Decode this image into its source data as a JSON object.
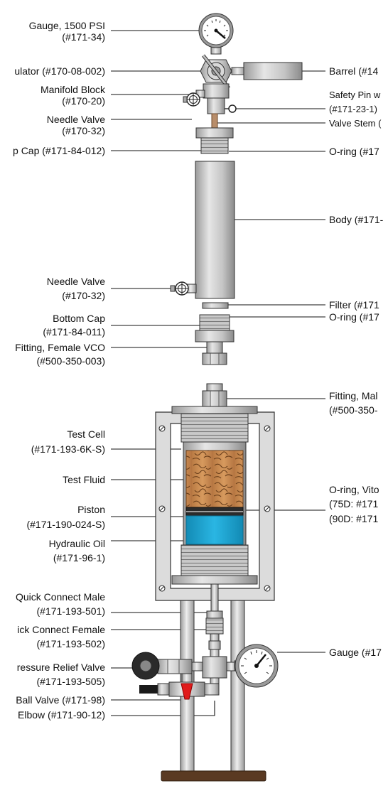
{
  "labels_left": [
    "Gauge, 1500 PSI",
    "(#171-34)",
    "ulator (#170-08-002)",
    "Manifold Block",
    "(#170-20)",
    "Needle Valve",
    "(#170-32)",
    "p Cap (#171-84-012)",
    "Needle Valve",
    "(#170-32)",
    "Bottom Cap",
    "(#171-84-011)",
    "Fitting, Female VCO",
    "(#500-350-003)",
    "Test Cell",
    "(#171-193-6K-S)",
    "Test Fluid",
    "Piston",
    "(#171-190-024-S)",
    "Hydraulic Oil",
    "(#171-96-1)",
    "Quick Connect Male",
    "(#171-193-501)",
    "ick Connect Female",
    "(#171-193-502)",
    "ressure Relief Valve",
    "(#171-193-505)",
    "Ball Valve (#171-98)",
    "Elbow (#171-90-12)"
  ],
  "labels_right": [
    "Barrel (#14",
    "Safety Pin w",
    "(#171-23-1)",
    "Valve Stem (",
    "O-ring (#17",
    "Body (#171-",
    "Filter (#171",
    "O-ring (#17",
    "Fitting, Mal",
    "(#500-350-",
    "O-ring, Vito",
    "(75D: #171",
    "(90D: #171",
    "Gauge (#17"
  ],
  "colors": {
    "metal": "#c8c8c8",
    "metal_dark": "#8e8e8e",
    "test_fluid": "#c8874a",
    "hydraulic_oil": "#1aa6d6",
    "ball_valve_handle": "#e01b1b",
    "base": "#5a3a22",
    "outline": "#333333"
  }
}
